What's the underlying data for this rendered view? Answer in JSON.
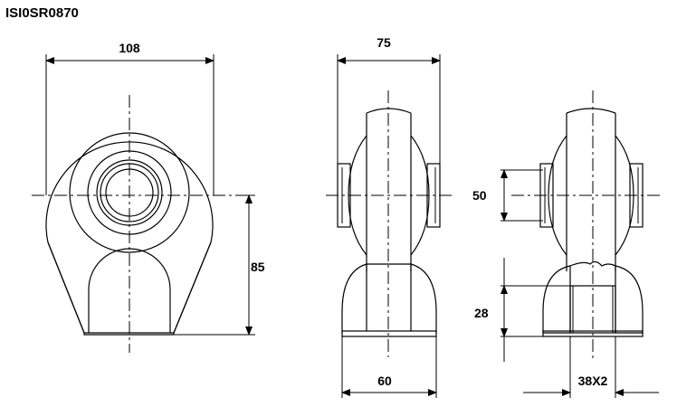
{
  "drawing": {
    "part_number": "ISI0SR0870",
    "dimensions": {
      "front_width": "108",
      "front_height": "85",
      "side_width": "75",
      "side_base_width": "60",
      "section_bore_height": "50",
      "section_base_height": "28",
      "section_thread": "38X2"
    }
  }
}
